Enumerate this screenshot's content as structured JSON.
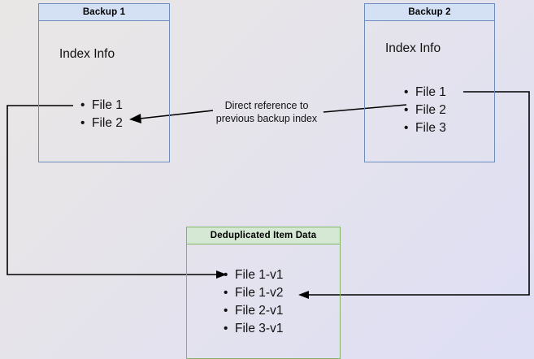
{
  "diagram": {
    "title_hidden": "Backup deduplication reference diagram",
    "background": {
      "from_color": "#e9e6e6",
      "to_color": "#dedef5"
    },
    "colors": {
      "blue_border": "#6c8ebf",
      "blue_fill": "#d4e1f5",
      "green_border": "#82b366",
      "green_fill": "#d5e8d4",
      "edge": "#000000"
    },
    "nodes": [
      {
        "id": "backup1",
        "header": "Backup 1",
        "body_label": "Index Info",
        "items": [
          "File 1",
          "File 2"
        ]
      },
      {
        "id": "backup2",
        "header": "Backup 2",
        "body_label": "Index Info",
        "items": [
          "File 1",
          "File 2",
          "File 3"
        ]
      },
      {
        "id": "dedup",
        "header": "Deduplicated Item Data",
        "items": [
          "File 1-v1",
          "File 1-v2",
          "File 2-v1",
          "File 3-v1"
        ]
      }
    ],
    "annotations": [
      {
        "id": "direct-reference",
        "text": "Direct reference to\nprevious backup index"
      }
    ]
  }
}
